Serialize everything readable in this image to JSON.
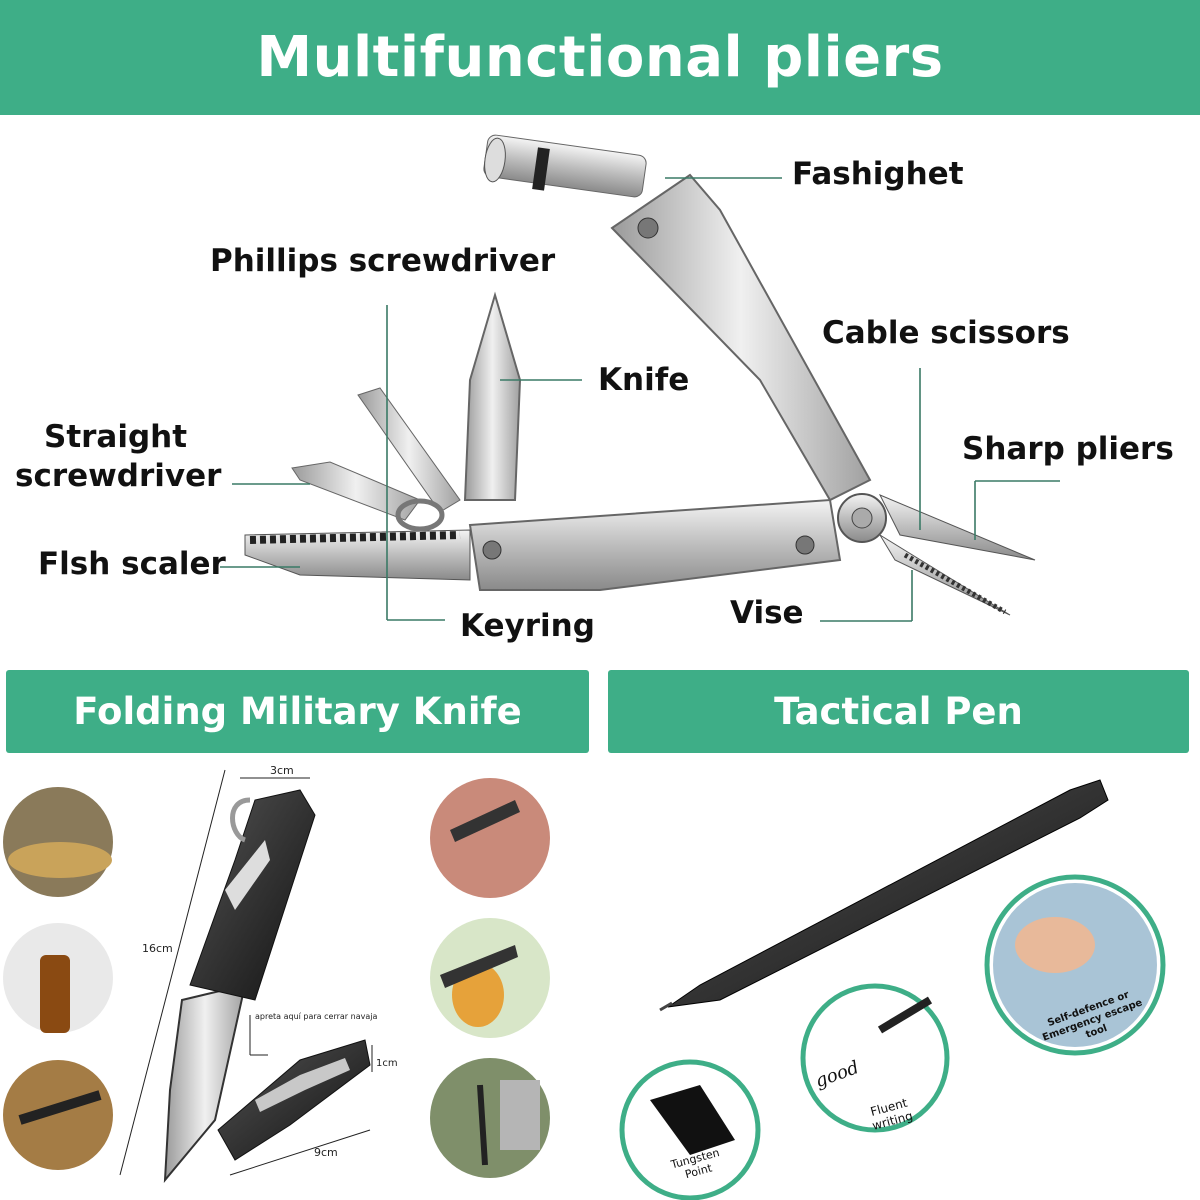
{
  "banners": {
    "top": "Multifunctional pliers",
    "knife": "Folding Military Knife",
    "pen": "Tactical Pen"
  },
  "pliers_labels": {
    "flashlight": "Fashighet",
    "phillips": "Phillips screwdriver",
    "knife": "Knife",
    "cable_scissors": "Cable scissors",
    "straight_line1": "Straight",
    "straight_line2": "screwdriver",
    "sharp_pliers": "Sharp pliers",
    "fish_scaler": "Flsh scaler",
    "keyring": "Keyring",
    "vise": "Vise"
  },
  "knife_dims": {
    "width": "3cm",
    "length": "16cm",
    "note": "apreta aquí para cerrar navaja",
    "thickness": "1cm",
    "folded_length": "9cm"
  },
  "pen_captions": {
    "self_defence_line1": "Self-defence or",
    "self_defence_line2": "Emergency escape",
    "self_defence_line3": "tool",
    "handwriting": "good",
    "fluent_line1": "Fluent",
    "fluent_line2": "writing",
    "tungsten_line1": "Tungsten",
    "tungsten_line2": "Point"
  },
  "colors": {
    "accent": "#3eae87",
    "line": "#3a7a66"
  }
}
